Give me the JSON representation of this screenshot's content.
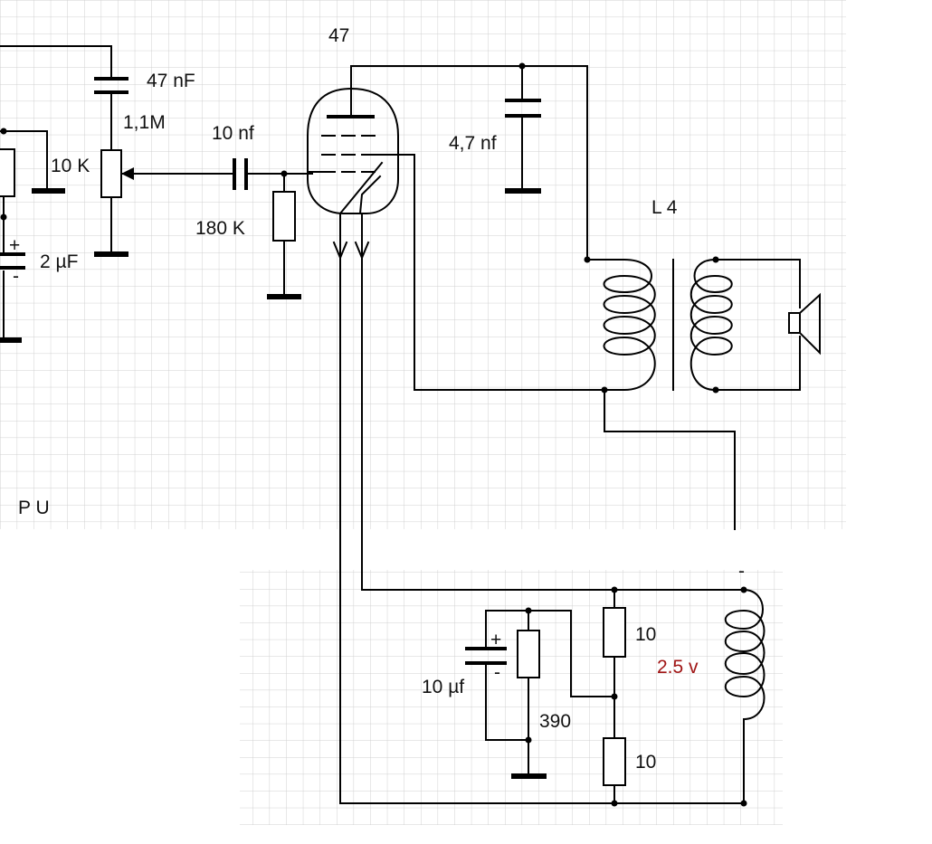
{
  "labels": {
    "tube": "47",
    "c_47nf": "47 nF",
    "pot": "1,1M",
    "r_10k": "10 K",
    "c_10nf": "10 nf",
    "r_180k": "180 K",
    "c_2uf": "2 µF",
    "c_4_7nf": "4,7 nf",
    "transformer": "L 4",
    "pickup": "P U",
    "c_10uf": "10 µf",
    "r_390": "390",
    "r_10_top": "10",
    "r_10_bottom": "10",
    "heater_voltage": "2.5 v",
    "plus_a": "+",
    "minus_a": "-",
    "plus_b": "+",
    "minus_b": "-",
    "minus_c": "-"
  },
  "colors": {
    "wire": "#000000",
    "grid_line": "#d0d0d0",
    "voltage_label": "#a01515"
  },
  "icons": {
    "speaker": "speaker-icon",
    "ground": "ground-icon",
    "arrow": "heater-arrow-icon"
  }
}
